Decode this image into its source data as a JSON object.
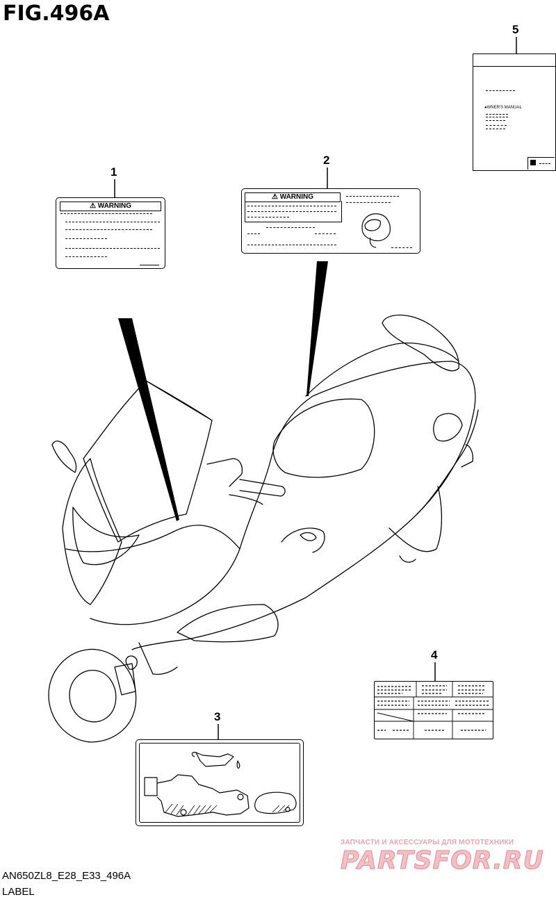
{
  "figure": {
    "title": "FIG.496A",
    "code": "AN650ZL8_E28_E33_496A",
    "section": "LABEL"
  },
  "callouts": [
    "1",
    "2",
    "3",
    "4",
    "5"
  ],
  "labels": {
    "warning_text": "WARNING",
    "warning_text_2": "WARNING",
    "manual_text": "WNER'S MANUAL"
  },
  "watermark": {
    "line1": "ЗАПЧАСТИ И АКСЕССУАРЫ ДЛЯ МОТОТЕХНИКИ",
    "line2": "PARTSFOR.RU"
  }
}
